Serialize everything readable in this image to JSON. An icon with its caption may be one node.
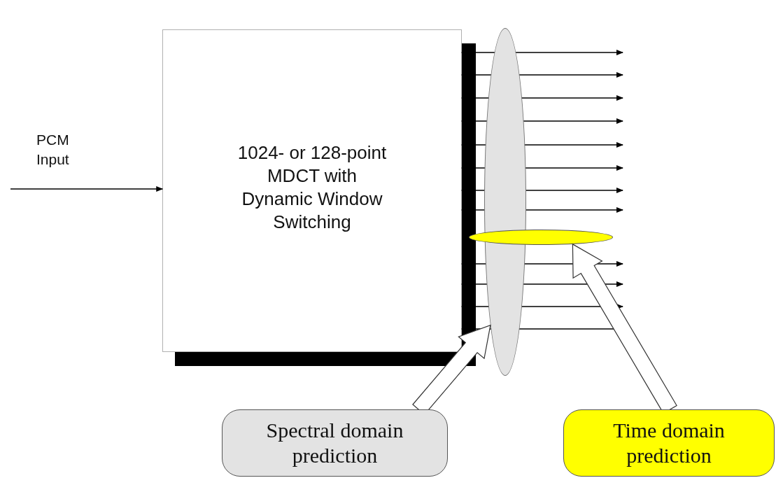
{
  "diagram": {
    "nodes": [
      {
        "text": [
          "1024- or 128-point MDCT with Dynamic Window Switching"
        ]
      },
      {
        "text": [],
        "shape": "ellipse"
      },
      {
        "text": [],
        "shape": "ellipse"
      },
      {
        "text": [
          "Spectral domain prediction"
        ]
      },
      {
        "text": [
          "Time domain prediction"
        ]
      }
    ],
    "edges": [
      {
        "from": null,
        "to": 0,
        "arrow": "to"
      },
      {
        "from": 0,
        "to": null,
        "arrow": "to"
      },
      {
        "from": 0,
        "to": null,
        "arrow": "to"
      },
      {
        "from": 0,
        "to": null,
        "arrow": "to"
      },
      {
        "from": 0,
        "to": null,
        "arrow": "to"
      },
      {
        "from": 0,
        "to": null,
        "arrow": "to"
      },
      {
        "from": 0,
        "to": null,
        "arrow": "to"
      },
      {
        "from": 0,
        "to": null,
        "arrow": "to"
      },
      {
        "from": 0,
        "to": null,
        "arrow": "to"
      },
      {
        "from": 0,
        "to": null,
        "arrow": "to"
      },
      {
        "from": 0,
        "to": null,
        "arrow": "to"
      },
      {
        "from": 0,
        "to": null,
        "arrow": "to"
      },
      {
        "from": 0,
        "to": null,
        "arrow": "to"
      },
      {
        "from": 3,
        "to": 1,
        "arrow": "to",
        "style": "thick"
      },
      {
        "from": 4,
        "to": 2,
        "arrow": "to",
        "style": "thick"
      }
    ],
    "labels": [
      "PCM Input"
    ]
  }
}
